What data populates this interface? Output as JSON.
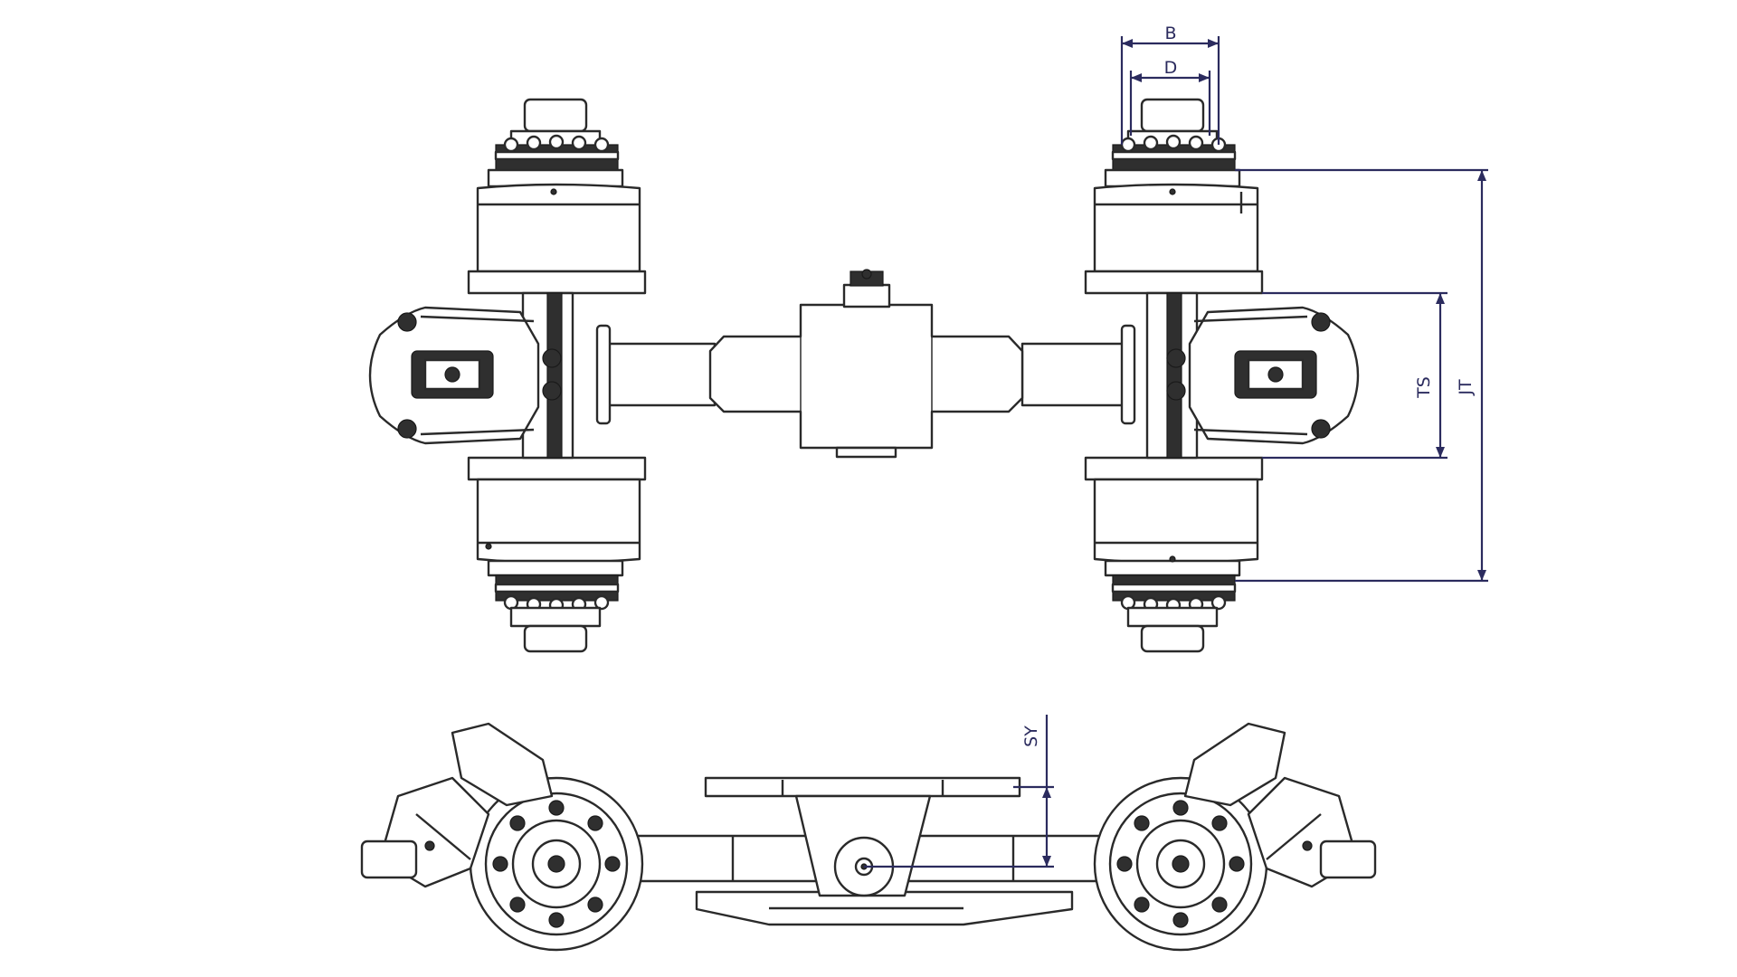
{
  "dimensions": {
    "b": "B",
    "d": "D",
    "ts": "TS",
    "jt": "JT",
    "sy": "SY"
  },
  "colors": {
    "line": "#2a2a2a",
    "dimension": "#2b2b5e",
    "background": "#ffffff"
  }
}
